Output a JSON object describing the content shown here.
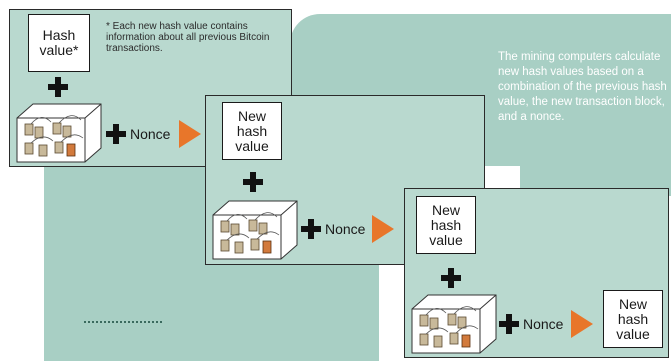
{
  "diagram": {
    "stages": [
      {
        "hash_label": "Hash value*",
        "nonce_label": "Nonce"
      },
      {
        "hash_label": "New hash value",
        "nonce_label": "Nonce"
      },
      {
        "hash_label": "New hash value",
        "nonce_label": "Nonce"
      },
      {
        "hash_label": "New hash value"
      }
    ],
    "footnote": "* Each new hash value contains information about all previous Bitcoin transactions.",
    "caption": "The mining computers calculate new hash values based on a combination of the previous hash value, the new transaction block, and a nonce.",
    "colors": {
      "panel": "#b9d9cf",
      "background_band": "#a8cfc4",
      "arrow": "#e8762a",
      "caption_text": "#ffffff"
    },
    "icons": [
      "transaction-block-icon",
      "plus-icon",
      "arrow-right-icon"
    ]
  }
}
